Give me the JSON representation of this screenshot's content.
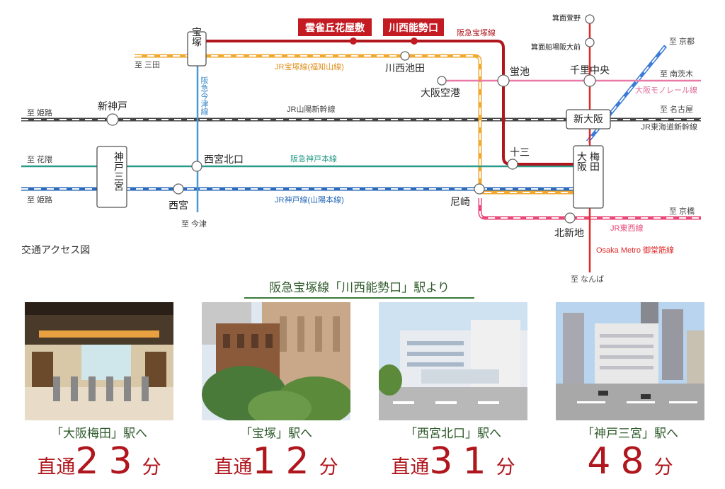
{
  "map": {
    "caption": "交通アクセス図",
    "highlight_stations": [
      "雲雀丘花屋敷",
      "川西能勢口"
    ],
    "stations": {
      "takarazuka": "宝塚",
      "kawanishiikeda": "川西池田",
      "hotarugaike": "蛍池",
      "osakakuko": "大阪空港",
      "shinkobe": "新神戸",
      "nishinomiyakitaguchi": "西宮北口",
      "nishinomiya": "西宮",
      "sannomiya": "神戸三宮",
      "amagasaki": "尼崎",
      "juso": "十三",
      "shinosaka": "新大阪",
      "osaka": "大阪",
      "umeda": "梅田",
      "kitashinchi": "北新地",
      "senrichuo": "千里中央",
      "minohkayano": "箕面萱野",
      "minohsemba": "箕面船場阪大前"
    },
    "lines": {
      "hankyu_takarazuka": "阪急宝塚線",
      "jr_takarazuka": "JR宝塚線(福知山線)",
      "hankyu_imazu": "阪急今津線",
      "sanyo_shinkansen": "JR山陽新幹線",
      "hankyu_kobe": "阪急神戸本線",
      "jr_kobe": "JR神戸線(山陽本線)",
      "monorail": "大阪モノレール線",
      "tokaido_shinkansen": "JR東海道新幹線",
      "jr_tozai": "JR東西線",
      "midosuji": "Osaka Metro 御堂筋線"
    },
    "directions": {
      "sanda": "至 三田",
      "himeji_1": "至 姫路",
      "hanakuma": "至 花隈",
      "himeji_2": "至 姫路",
      "imazu": "至 今津",
      "kyoto": "至 京都",
      "minamiibaraki": "至 南茨木",
      "nagoya": "至 名古屋",
      "kyobashi": "至 京橋",
      "namba": "至 なんば"
    },
    "colors": {
      "hankyu_takarazuka": "#b0161d",
      "jr_takarazuka": "#f0a830",
      "imazu": "#4a9ad8",
      "kobe_line": "#2a9a8a",
      "jr_kobe": "#2a6ab8",
      "monorail": "#e87aa8",
      "shinkansen": "#444444",
      "tozai": "#e84878",
      "midosuji": "#e02828",
      "tokaido": "#3a7ad8"
    }
  },
  "access": {
    "title": "阪急宝塚線「川西能勢口」駅より",
    "items": [
      {
        "destination": "「大阪梅田」駅へ",
        "prefix": "直通",
        "minutes": "23",
        "unit": "分"
      },
      {
        "destination": "「宝塚」駅へ",
        "prefix": "直通",
        "minutes": "12",
        "unit": "分"
      },
      {
        "destination": "「西宮北口」駅へ",
        "prefix": "直通",
        "minutes": "31",
        "unit": "分"
      },
      {
        "destination": "「神戸三宮」駅へ",
        "prefix": "",
        "minutes": "48",
        "unit": "分"
      }
    ]
  }
}
